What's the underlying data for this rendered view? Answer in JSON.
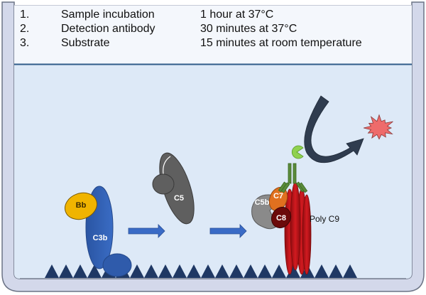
{
  "protocol": {
    "steps": [
      {
        "number": "1.",
        "name": "Sample incubation",
        "time": "1 hour at 37°C"
      },
      {
        "number": "2.",
        "name": "Detection antibody",
        "time": "30 minutes at 37°C"
      },
      {
        "number": "3.",
        "name": "Substrate",
        "time": "15 minutes at room temperature"
      }
    ]
  },
  "labels": {
    "bb": "Bb",
    "c3b": "C3b",
    "c5": "C5",
    "c5b": "C5b",
    "c7": "C7",
    "c8": "C8",
    "poly_c9": "Poly C9"
  },
  "colors": {
    "well_wall": "#d3d8ea",
    "well_outline": "#6b7385",
    "instructions_bg": "#f4f7fc",
    "solution_bg": "#dde9f7",
    "divider": "#2f5b8a",
    "antigen_triangles": "#1f3864",
    "bb": "#f0b400",
    "c3b": "#2e5db0",
    "c5": "#5f5f5f",
    "c5b": "#8a8a8a",
    "c7": "#e0701f",
    "c8": "#6b0a0a",
    "poly_c9": "#c0141c",
    "antibody": "#5a8a3a",
    "enzyme": "#8fd14f",
    "reaction_arrow": "#2f3c4f",
    "signal_star": "#ee6b6b",
    "process_arrows": "#3a6bc6"
  }
}
